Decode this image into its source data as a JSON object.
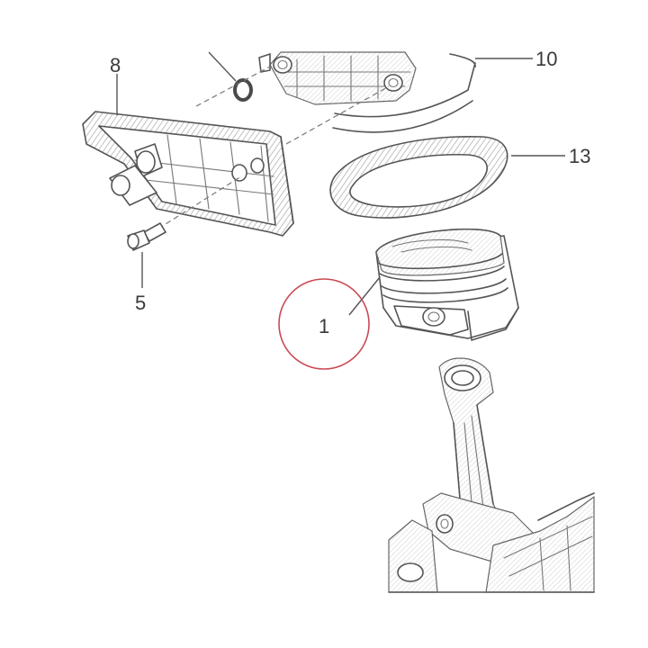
{
  "callouts": {
    "c8": "8",
    "c10": "10",
    "c13": "13",
    "c5": "5",
    "c1": "1"
  },
  "colors": {
    "highlight_circle": "#c84a55",
    "line": "#555555"
  }
}
